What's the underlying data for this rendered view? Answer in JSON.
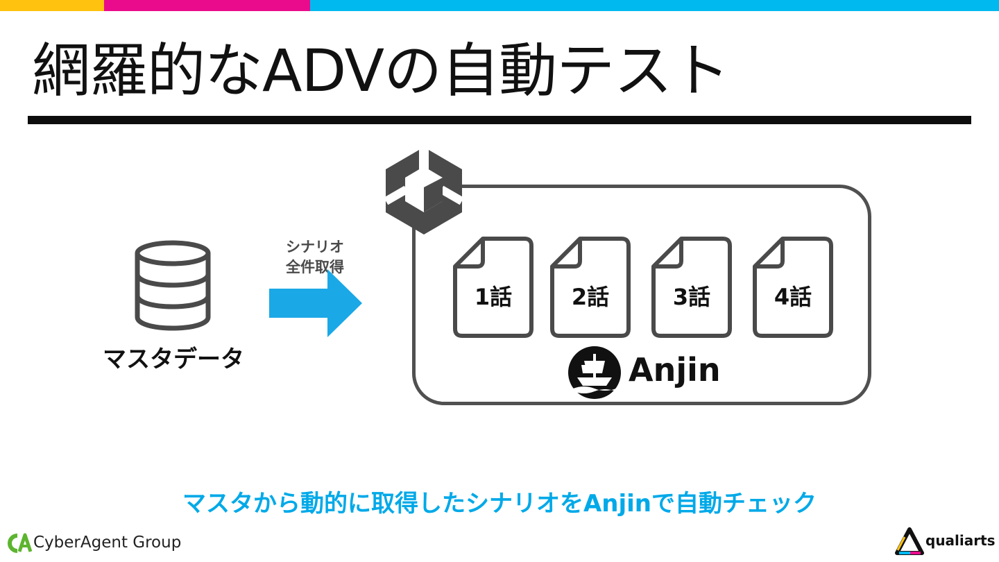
{
  "colors": {
    "stripe": [
      "#ffc20e",
      "#ea0b8c",
      "#00b9ef"
    ],
    "arrow": "#1aa8e6",
    "caption": "#00a9e8",
    "outline": "#505050"
  },
  "title": "網羅的なADVの自動テスト",
  "left": {
    "icon": "database-icon",
    "label": "マスタデータ"
  },
  "arrow": {
    "icon": "right-arrow-icon",
    "label_line1": "シナリオ",
    "label_line2": "全件取得"
  },
  "container": {
    "engine_icon": "unity-logo-icon",
    "documents": [
      {
        "icon": "document-icon",
        "label": "1話"
      },
      {
        "icon": "document-icon",
        "label": "2話"
      },
      {
        "icon": "document-icon",
        "label": "3話"
      },
      {
        "icon": "document-icon",
        "label": "4話"
      }
    ],
    "tool": {
      "icon": "anjin-ship-icon",
      "name": "Anjin"
    }
  },
  "caption": "マスタから動的に取得したシナリオをAnjinで自動チェック",
  "footer": {
    "left_brand": {
      "icon": "cyberagent-logo-icon",
      "text": "CyberAgent Group"
    },
    "right_brand": {
      "icon": "qualiarts-logo-icon",
      "text": "qualiarts"
    }
  }
}
